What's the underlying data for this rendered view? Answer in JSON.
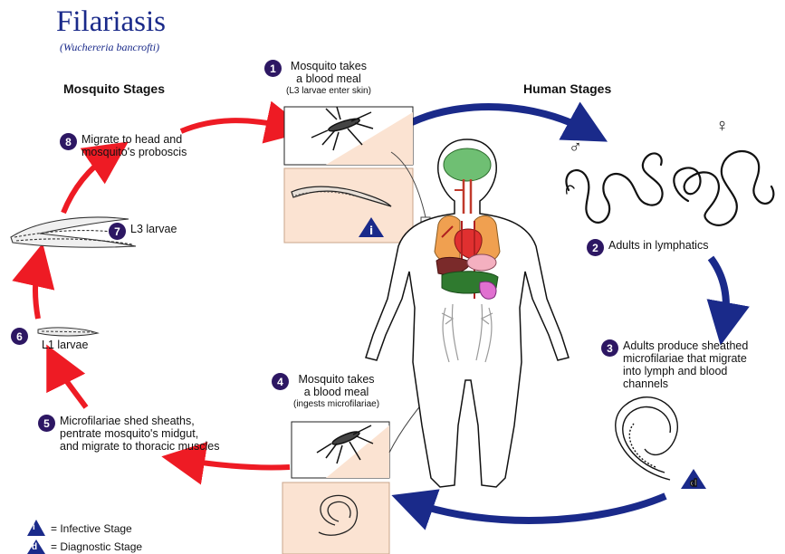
{
  "title": "Filariasis",
  "subtitle": "(Wuchereria bancrofti)",
  "sections": {
    "mosquito": "Mosquito Stages",
    "human": "Human Stages"
  },
  "steps": [
    {
      "num": "1",
      "text": "Mosquito takes\na blood meal",
      "sub": "(L3 larvae enter skin)"
    },
    {
      "num": "2",
      "text": "Adults in lymphatics"
    },
    {
      "num": "3",
      "text": "Adults produce sheathed\nmicrofilariae that migrate\ninto lymph and blood\nchannels"
    },
    {
      "num": "4",
      "text": "Mosquito takes\na blood meal",
      "sub": "(ingests microfilariae)"
    },
    {
      "num": "5",
      "text": "Microfilariae shed sheaths,\npentrate mosquito's midgut,\nand migrate to thoracic muscles"
    },
    {
      "num": "6",
      "text": "L1 larvae"
    },
    {
      "num": "7",
      "text": "L3 larvae"
    },
    {
      "num": "8",
      "text": "Migrate to head and\nmosquito's proboscis"
    }
  ],
  "legend": {
    "infective_symbol": "i",
    "infective": "= Infective Stage",
    "diagnostic_symbol": "d",
    "diagnostic": "= Diagnostic Stage"
  },
  "sex_symbols": {
    "male": "♂",
    "female": "♀"
  },
  "colors": {
    "title": "#1a2a8a",
    "red_arrow": "#ee1b24",
    "blue_arrow": "#1a2a8a",
    "badge": "#2d1763",
    "panel": "#fbe3d2"
  }
}
